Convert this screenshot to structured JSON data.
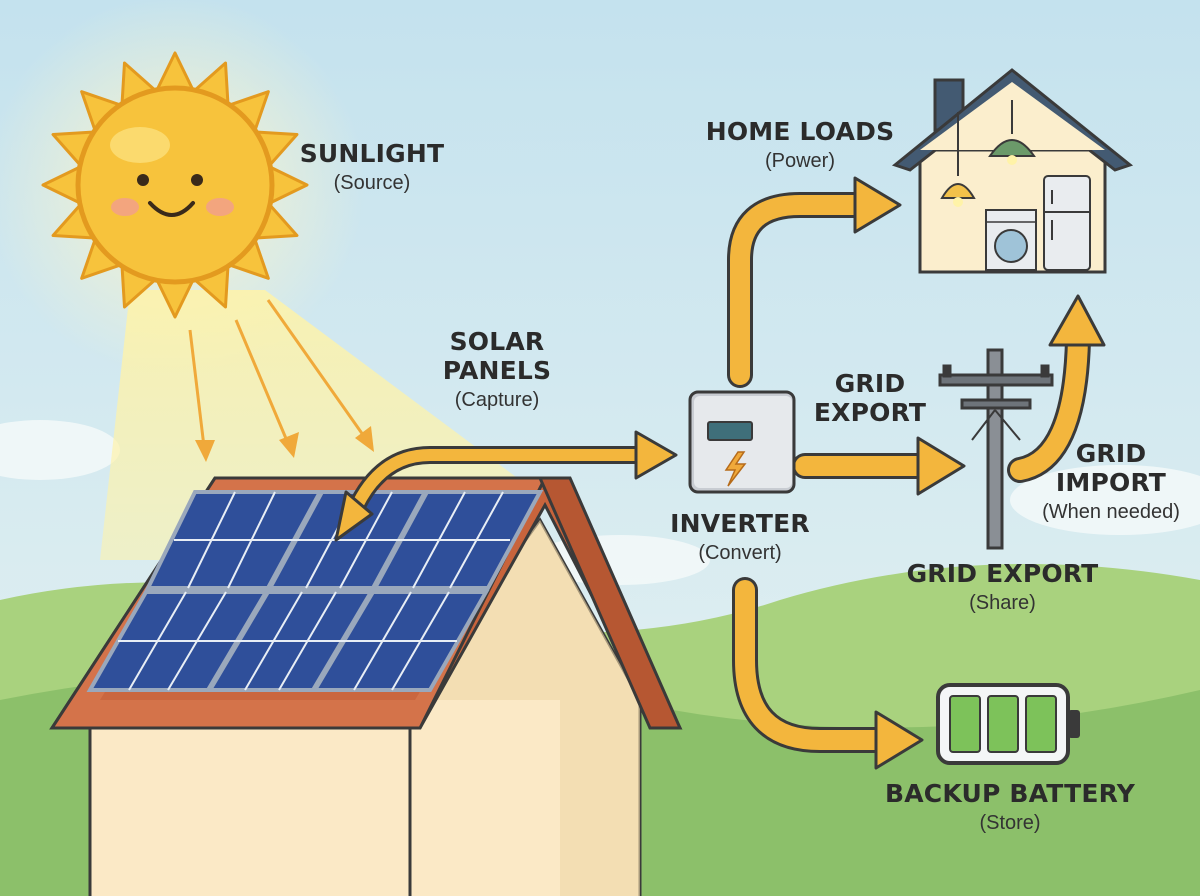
{
  "labels": {
    "sunlight": {
      "title": "SUNLIGHT",
      "sub": "(Source)"
    },
    "solar_panels": {
      "title_line1": "SOLAR",
      "title_line2": "PANELS",
      "sub": "(Capture)"
    },
    "inverter": {
      "title": "INVERTER",
      "sub": "(Convert)"
    },
    "home_loads": {
      "title": "HOME LOADS",
      "sub": "(Power)"
    },
    "grid_export_arrow": {
      "line1": "GRID",
      "line2": "EXPORT"
    },
    "grid_export": {
      "title": "GRID EXPORT",
      "sub": "(Share)"
    },
    "grid_import": {
      "line1": "GRID",
      "line2": "IMPORT",
      "sub": "(When needed)"
    },
    "backup_battery": {
      "title": "BACKUP BATTERY",
      "sub": "(Store)"
    }
  },
  "colors": {
    "sky": "#cfe6ef",
    "arrow": "#f3b63d",
    "arrow_outline": "#3a3a3a",
    "sun": "#f7c33c",
    "panel": "#2f4f9a",
    "roof": "#c8643c",
    "house_wall": "#fbe9c6",
    "hill": "#8cc06a",
    "battery_cell": "#7dc25a"
  },
  "icons": [
    "sun-icon",
    "solar-panel-icon",
    "inverter-icon",
    "lightning-icon",
    "house-icon",
    "lamp-icon",
    "washing-machine-icon",
    "fridge-icon",
    "utility-pole-icon",
    "battery-icon"
  ]
}
